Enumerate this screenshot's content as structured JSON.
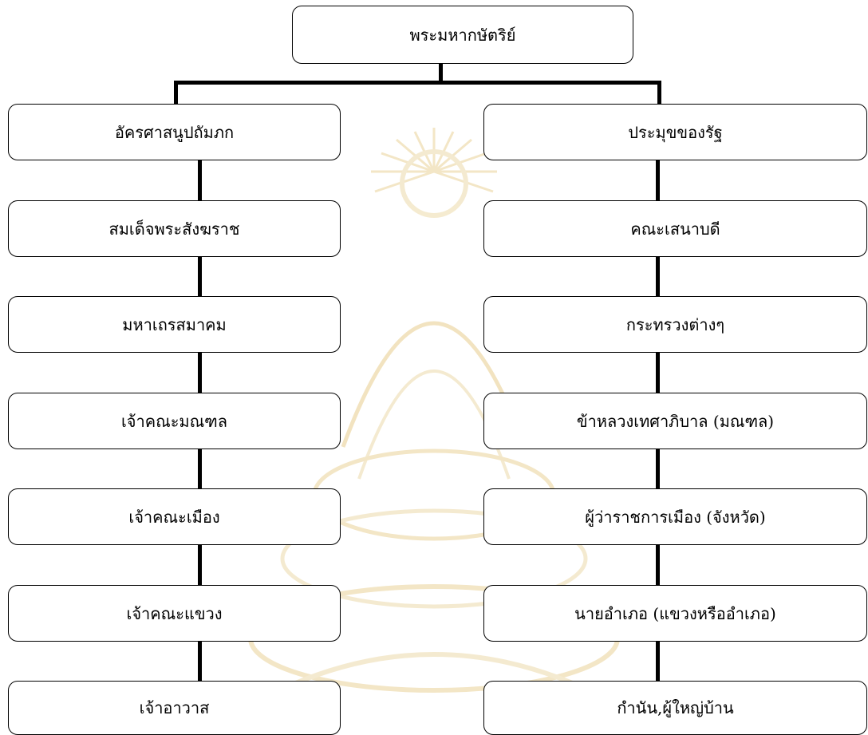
{
  "root": {
    "label": "พระมหากษัตริย์"
  },
  "left_column": [
    {
      "label": "อัครศาสนูปถัมภก"
    },
    {
      "label": "สมเด็จพระสังฆราช"
    },
    {
      "label": "มหาเถรสมาคม"
    },
    {
      "label": "เจ้าคณะมณฑล"
    },
    {
      "label": "เจ้าคณะเมือง"
    },
    {
      "label": "เจ้าคณะแขวง"
    },
    {
      "label": "เจ้าอาวาส"
    }
  ],
  "right_column": [
    {
      "label": "ประมุขของรัฐ"
    },
    {
      "label": "คณะเสนาบดี"
    },
    {
      "label": "กระทรวงต่างๆ"
    },
    {
      "label": "ข้าหลวงเทศาภิบาล (มณฑล)"
    },
    {
      "label": "ผู้ว่าราชการเมือง (จังหวัด)"
    },
    {
      "label": "นายอำเภอ (แขวงหรืออำเภอ)"
    },
    {
      "label": "กำนัน,ผู้ใหญ่บ้าน"
    }
  ],
  "colors": {
    "line": "#000000",
    "box_border": "#000000",
    "watermark": "#f3e7c8"
  }
}
